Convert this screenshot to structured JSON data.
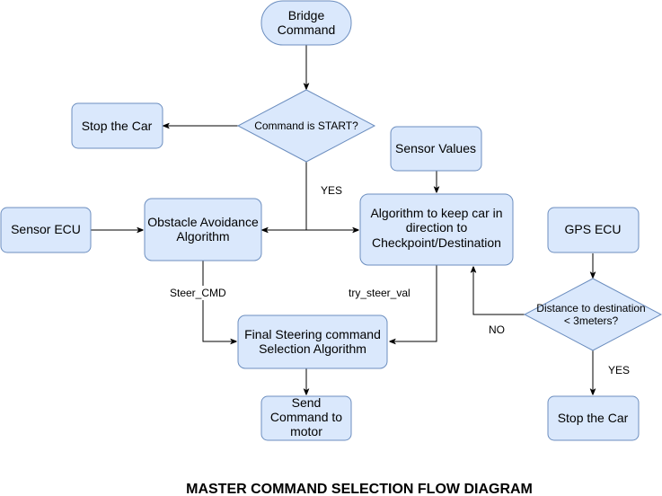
{
  "title": "MASTER COMMAND SELECTION FLOW DIAGRAM",
  "nodes": {
    "bridge_command": {
      "line1": "Bridge",
      "line2": "Command"
    },
    "command_start": {
      "line1": "Command is START?"
    },
    "stop_car_top": {
      "line1": "Stop the Car"
    },
    "sensor_values": {
      "line1": "Sensor Values"
    },
    "sensor_ecu": {
      "line1": "Sensor ECU"
    },
    "obstacle_avoidance": {
      "line1": "Obstacle Avoidance",
      "line2": "Algorithm"
    },
    "keep_direction": {
      "line1": "Algorithm to keep car in",
      "line2": "direction to",
      "line3": "Checkpoint/Destination"
    },
    "gps_ecu": {
      "line1": "GPS ECU"
    },
    "distance_check": {
      "line1": "Distance to destination",
      "line2": "< 3meters?"
    },
    "final_steering": {
      "line1": "Final Steering command",
      "line2": "Selection Algorithm"
    },
    "send_command": {
      "line1": "Send",
      "line2": "Command to",
      "line3": "motor"
    },
    "stop_car_bottom": {
      "line1": "Stop the Car"
    }
  },
  "edge_labels": {
    "yes_start": "YES",
    "steer_cmd": "Steer_CMD",
    "try_steer_val": "try_steer_val",
    "no_distance": "NO",
    "yes_distance": "YES"
  },
  "colors": {
    "node_fill": "#dae8fc",
    "node_stroke": "#6c8ebf",
    "edge": "#000000"
  }
}
